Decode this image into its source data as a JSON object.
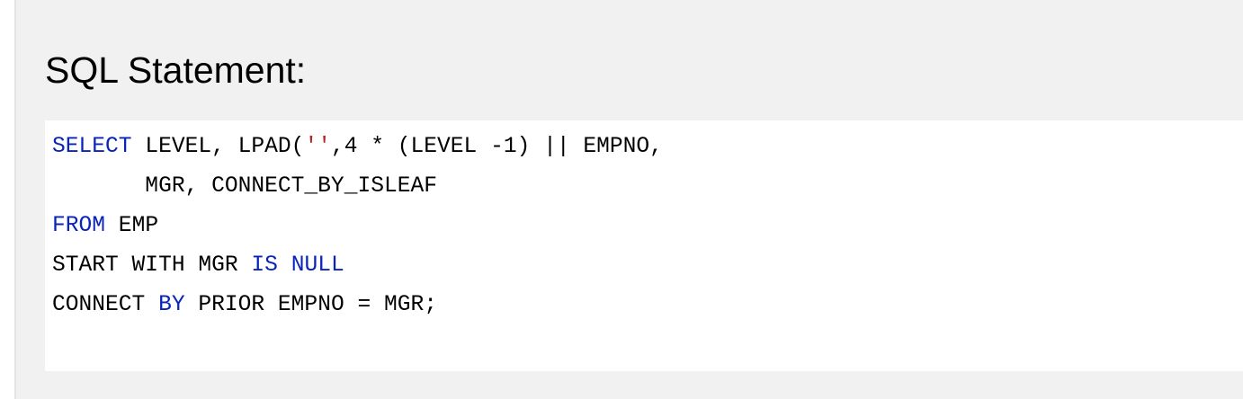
{
  "heading": "SQL Statement:",
  "code": {
    "line1": {
      "kw": "SELECT",
      "a": " LEVEL, LPAD(",
      "str": "''",
      "b": ",4 * (LEVEL -1) || EMPNO,"
    },
    "line2": {
      "text": "       MGR, CONNECT_BY_ISLEAF"
    },
    "line3": {
      "kw": "FROM",
      "text": " EMP"
    },
    "line4": {
      "a": "START WITH MGR ",
      "kw1": "IS",
      "sp": " ",
      "kw2": "NULL"
    },
    "line5": {
      "a": "CONNECT ",
      "kw": "BY",
      "b": " PRIOR EMPNO = MGR;"
    }
  },
  "colors": {
    "keyword": "#0a24b8",
    "string": "#b42424",
    "panel_background": "#f1f1f1",
    "code_background": "#ffffff"
  }
}
